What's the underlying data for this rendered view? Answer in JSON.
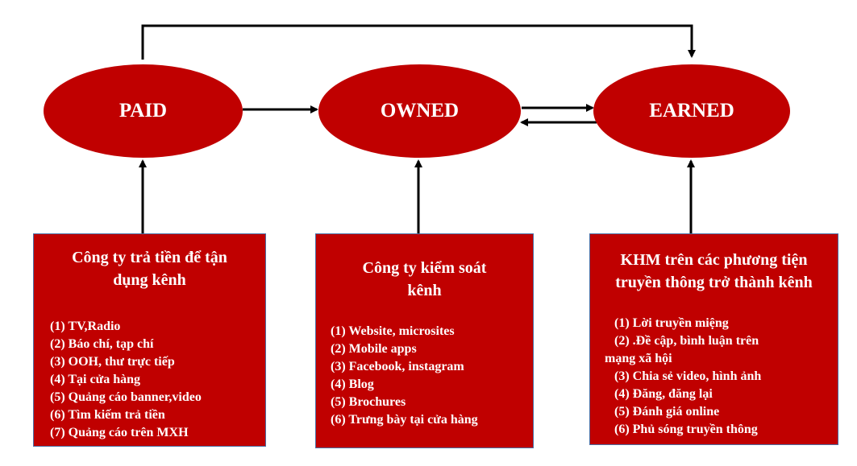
{
  "colors": {
    "fill": "#C00000",
    "border": "#4a6fa5",
    "arrow": "#000000"
  },
  "nodes": {
    "paid": "PAID",
    "owned": "OWNED",
    "earned": "EARNED"
  },
  "boxes": {
    "paid": {
      "title": [
        "Công ty trả tiền để tận",
        "dụng kênh"
      ],
      "items": [
        "(1) TV,Radio",
        "(2) Báo chí, tạp chí",
        "(3) OOH, thư trực tiếp",
        "(4) Tại cửa hàng",
        "(5) Quảng cáo banner,video",
        "(6) Tìm kiếm trả tiền",
        "(7) Quảng cáo trên MXH"
      ]
    },
    "owned": {
      "title": [
        "Công ty kiểm soát",
        "kênh"
      ],
      "items": [
        "(1) Website, microsites",
        "(2) Mobile apps",
        "(3) Facebook, instagram",
        "(4) Blog",
        "(5) Brochures",
        "(6) Trưng bày tại cửa hàng"
      ]
    },
    "earned": {
      "title": [
        "KHM trên các phương tiện",
        "truyền thông trở thành kênh"
      ],
      "items": [
        "(1) Lời truyền miệng",
        "(2) .Đề cập, bình luận trên",
        "mạng xã hội",
        "(3) Chia sẻ video, hình ảnh",
        "(4) Đăng, đăng lại",
        "(5) Đánh giá online",
        "(6) Phủ sóng truyền thông"
      ]
    }
  }
}
